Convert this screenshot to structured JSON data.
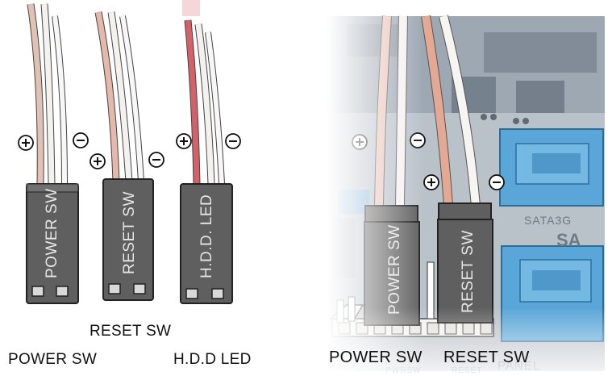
{
  "left_panel": {
    "connectors": [
      {
        "label": "POWER SW"
      },
      {
        "label": "RESET SW"
      },
      {
        "label": "H.D.D. LED"
      }
    ],
    "polarity": {
      "plus": "⊕",
      "minus": "⊖"
    },
    "captions": {
      "power": "POWER  SW",
      "reset": "RESET SW",
      "hdd": "H.D.D LED"
    }
  },
  "right_panel": {
    "connectors": [
      {
        "label": "POWER SW"
      },
      {
        "label": "RESET SW"
      }
    ],
    "board_labels": {
      "sata": "SATA3G",
      "sata_partial": "SA",
      "pwrsw": "PWRSW",
      "reset": "RESET",
      "panel": "PANEL"
    },
    "captions": {
      "power": "POWER  SW",
      "reset": "RESET  SW"
    }
  },
  "colors": {
    "connector_body": "#5f5f5f",
    "wire_white": "#f4f2ef",
    "wire_pink": "#e6b8ac",
    "wire_red": "#d4606a",
    "board_blue": "#5aa6d8",
    "board_bg": "#b9c1c9"
  }
}
